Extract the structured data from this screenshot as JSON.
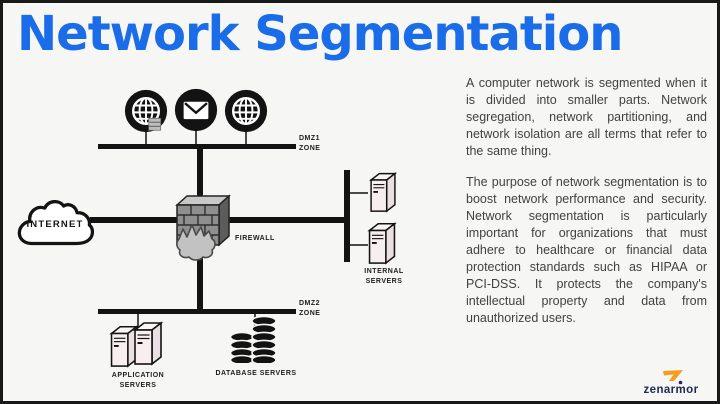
{
  "title": "Network Segmentation",
  "diagram": {
    "internet_label": "INTERNET",
    "firewall_label": "FIREWALL",
    "dmz1_label": "DMZ1 ZONE",
    "dmz2_label": "DMZ2 ZONE",
    "internal_servers_label": "INTERNAL SERVERS",
    "application_servers_label": "APPLICATION SERVERS",
    "database_servers_label": "DATABASE SERVERS",
    "icons": [
      "web-server-globe",
      "mail-server-envelope",
      "web-server-globe"
    ]
  },
  "article": {
    "paragraphs": [
      "A computer network is segmented when it is divided into smaller parts. Network segregation, network partitioning, and network isolation are all terms that refer to the same thing.",
      "The purpose of network segmentation is to boost network performance and security. Network segmentation is particularly important for organizations that must adhere to healthcare or financial data protection standards such as HIPAA or PCI-DSS. It protects the company's intellectual property and data from unauthorized users."
    ]
  },
  "brand": {
    "name": "zenarmor"
  },
  "colors": {
    "title_blue": "#1a6ce8",
    "background": "#f6f6f4",
    "diagram_black": "#131313",
    "server_fill": "#f8eef0",
    "brand_navy": "#202a54",
    "brand_orange": "#f79d1e"
  }
}
